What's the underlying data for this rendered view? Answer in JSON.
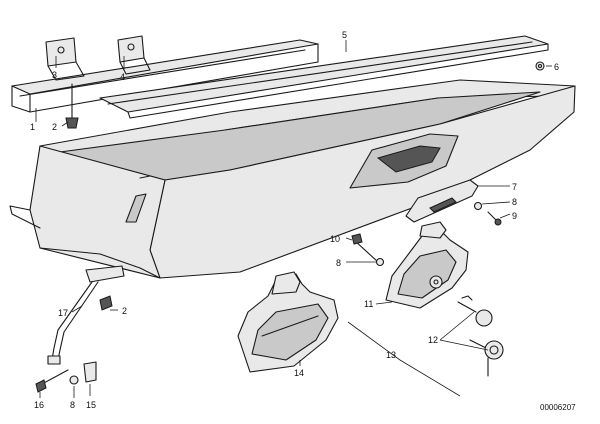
{
  "callouts": {
    "c1": "1",
    "c2a": "2",
    "c2b": "2",
    "c3": "3",
    "c4": "4",
    "c5": "5",
    "c6": "6",
    "c7": "7",
    "c8a": "8",
    "c8b": "8",
    "c8c": "8",
    "c9": "9",
    "c10": "10",
    "c11": "11",
    "c12": "12",
    "c13": "13",
    "c14": "14",
    "c15": "15",
    "c16": "16",
    "c17": "17"
  },
  "reference_number": "00006207"
}
